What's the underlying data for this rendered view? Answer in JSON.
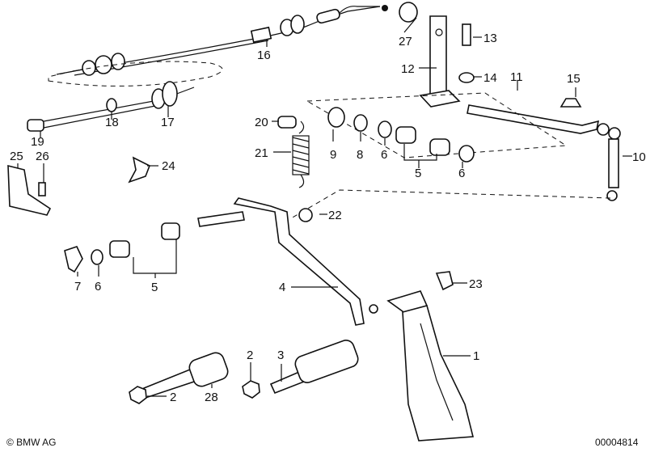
{
  "callouts": {
    "c1": "1",
    "c2a": "2",
    "c2b": "2",
    "c3": "3",
    "c4": "4",
    "c5a": "5",
    "c5b": "5",
    "c6a": "6",
    "c6b": "6",
    "c6c": "6",
    "c7": "7",
    "c8": "8",
    "c9": "9",
    "c10": "10",
    "c11": "11",
    "c12": "12",
    "c13": "13",
    "c14": "14",
    "c15": "15",
    "c16": "16",
    "c17": "17",
    "c18": "18",
    "c19": "19",
    "c20": "20",
    "c21": "21",
    "c22": "22",
    "c23": "23",
    "c24": "24",
    "c25": "25",
    "c26": "26",
    "c27": "27",
    "c28": "28"
  },
  "footer": {
    "copyright": "© BMW AG",
    "diagram_id": "00004814"
  }
}
